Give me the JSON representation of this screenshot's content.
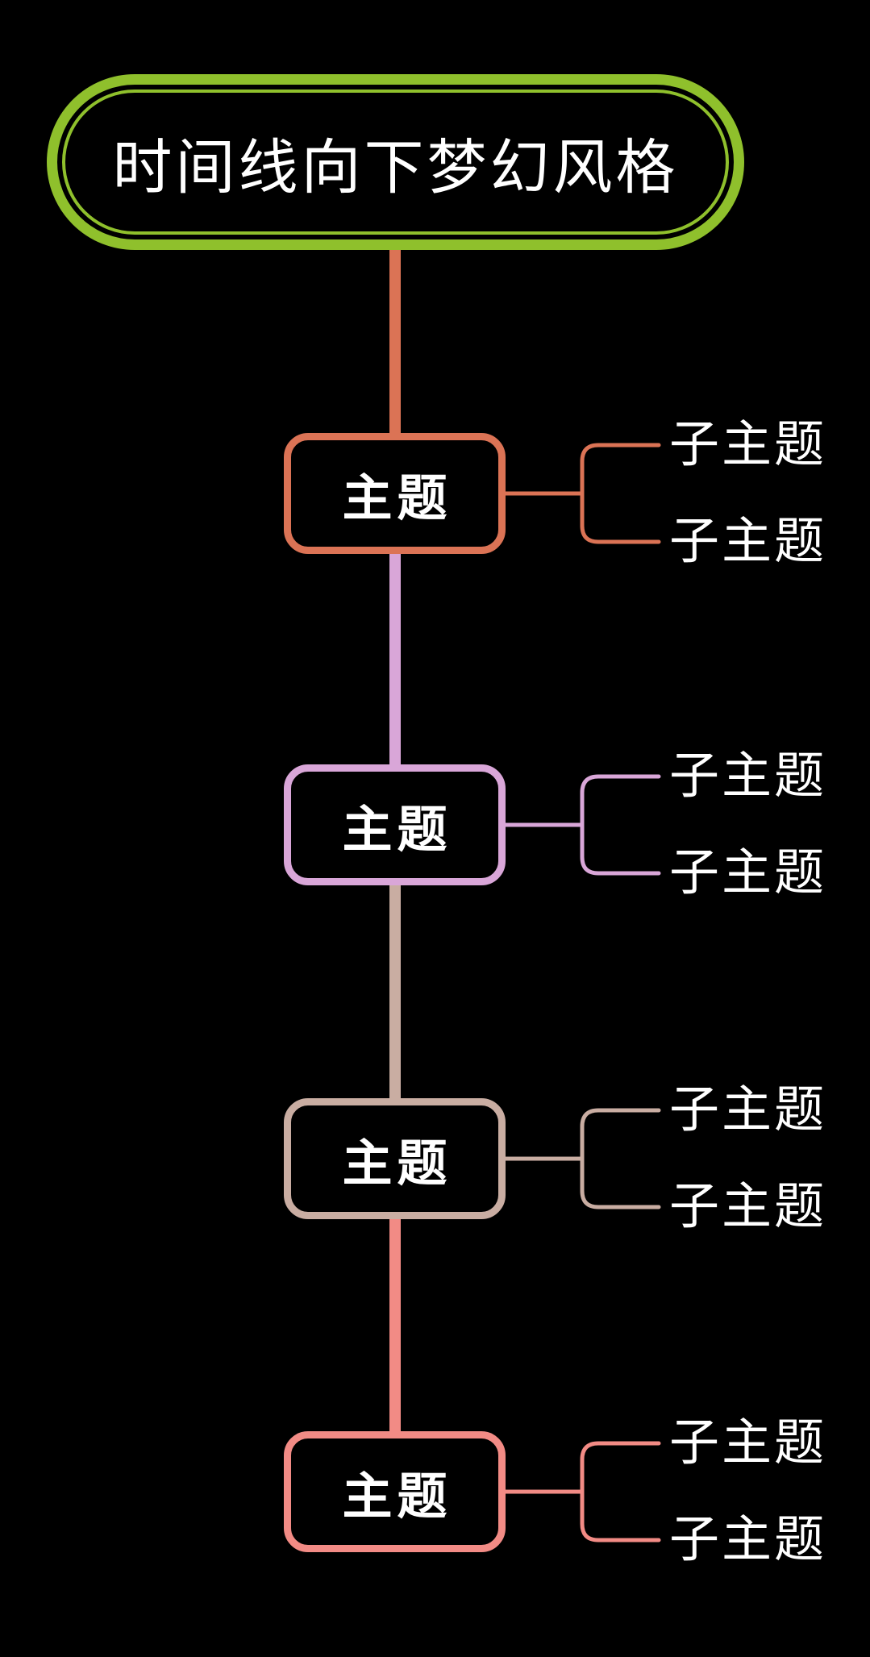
{
  "background_color": "#000000",
  "text_color": "#ffffff",
  "root": {
    "label": "时间线向下梦幻风格",
    "border_color": "#8fc02c"
  },
  "topics": [
    {
      "label": "主题",
      "color": "#db7355",
      "subtopics": [
        "子主题",
        "子主题"
      ]
    },
    {
      "label": "主题",
      "color": "#d9a6d8",
      "subtopics": [
        "子主题",
        "子主题"
      ]
    },
    {
      "label": "主题",
      "color": "#c9ada2",
      "subtopics": [
        "子主题",
        "子主题"
      ]
    },
    {
      "label": "主题",
      "color": "#f28b85",
      "subtopics": [
        "子主题",
        "子主题"
      ]
    }
  ]
}
